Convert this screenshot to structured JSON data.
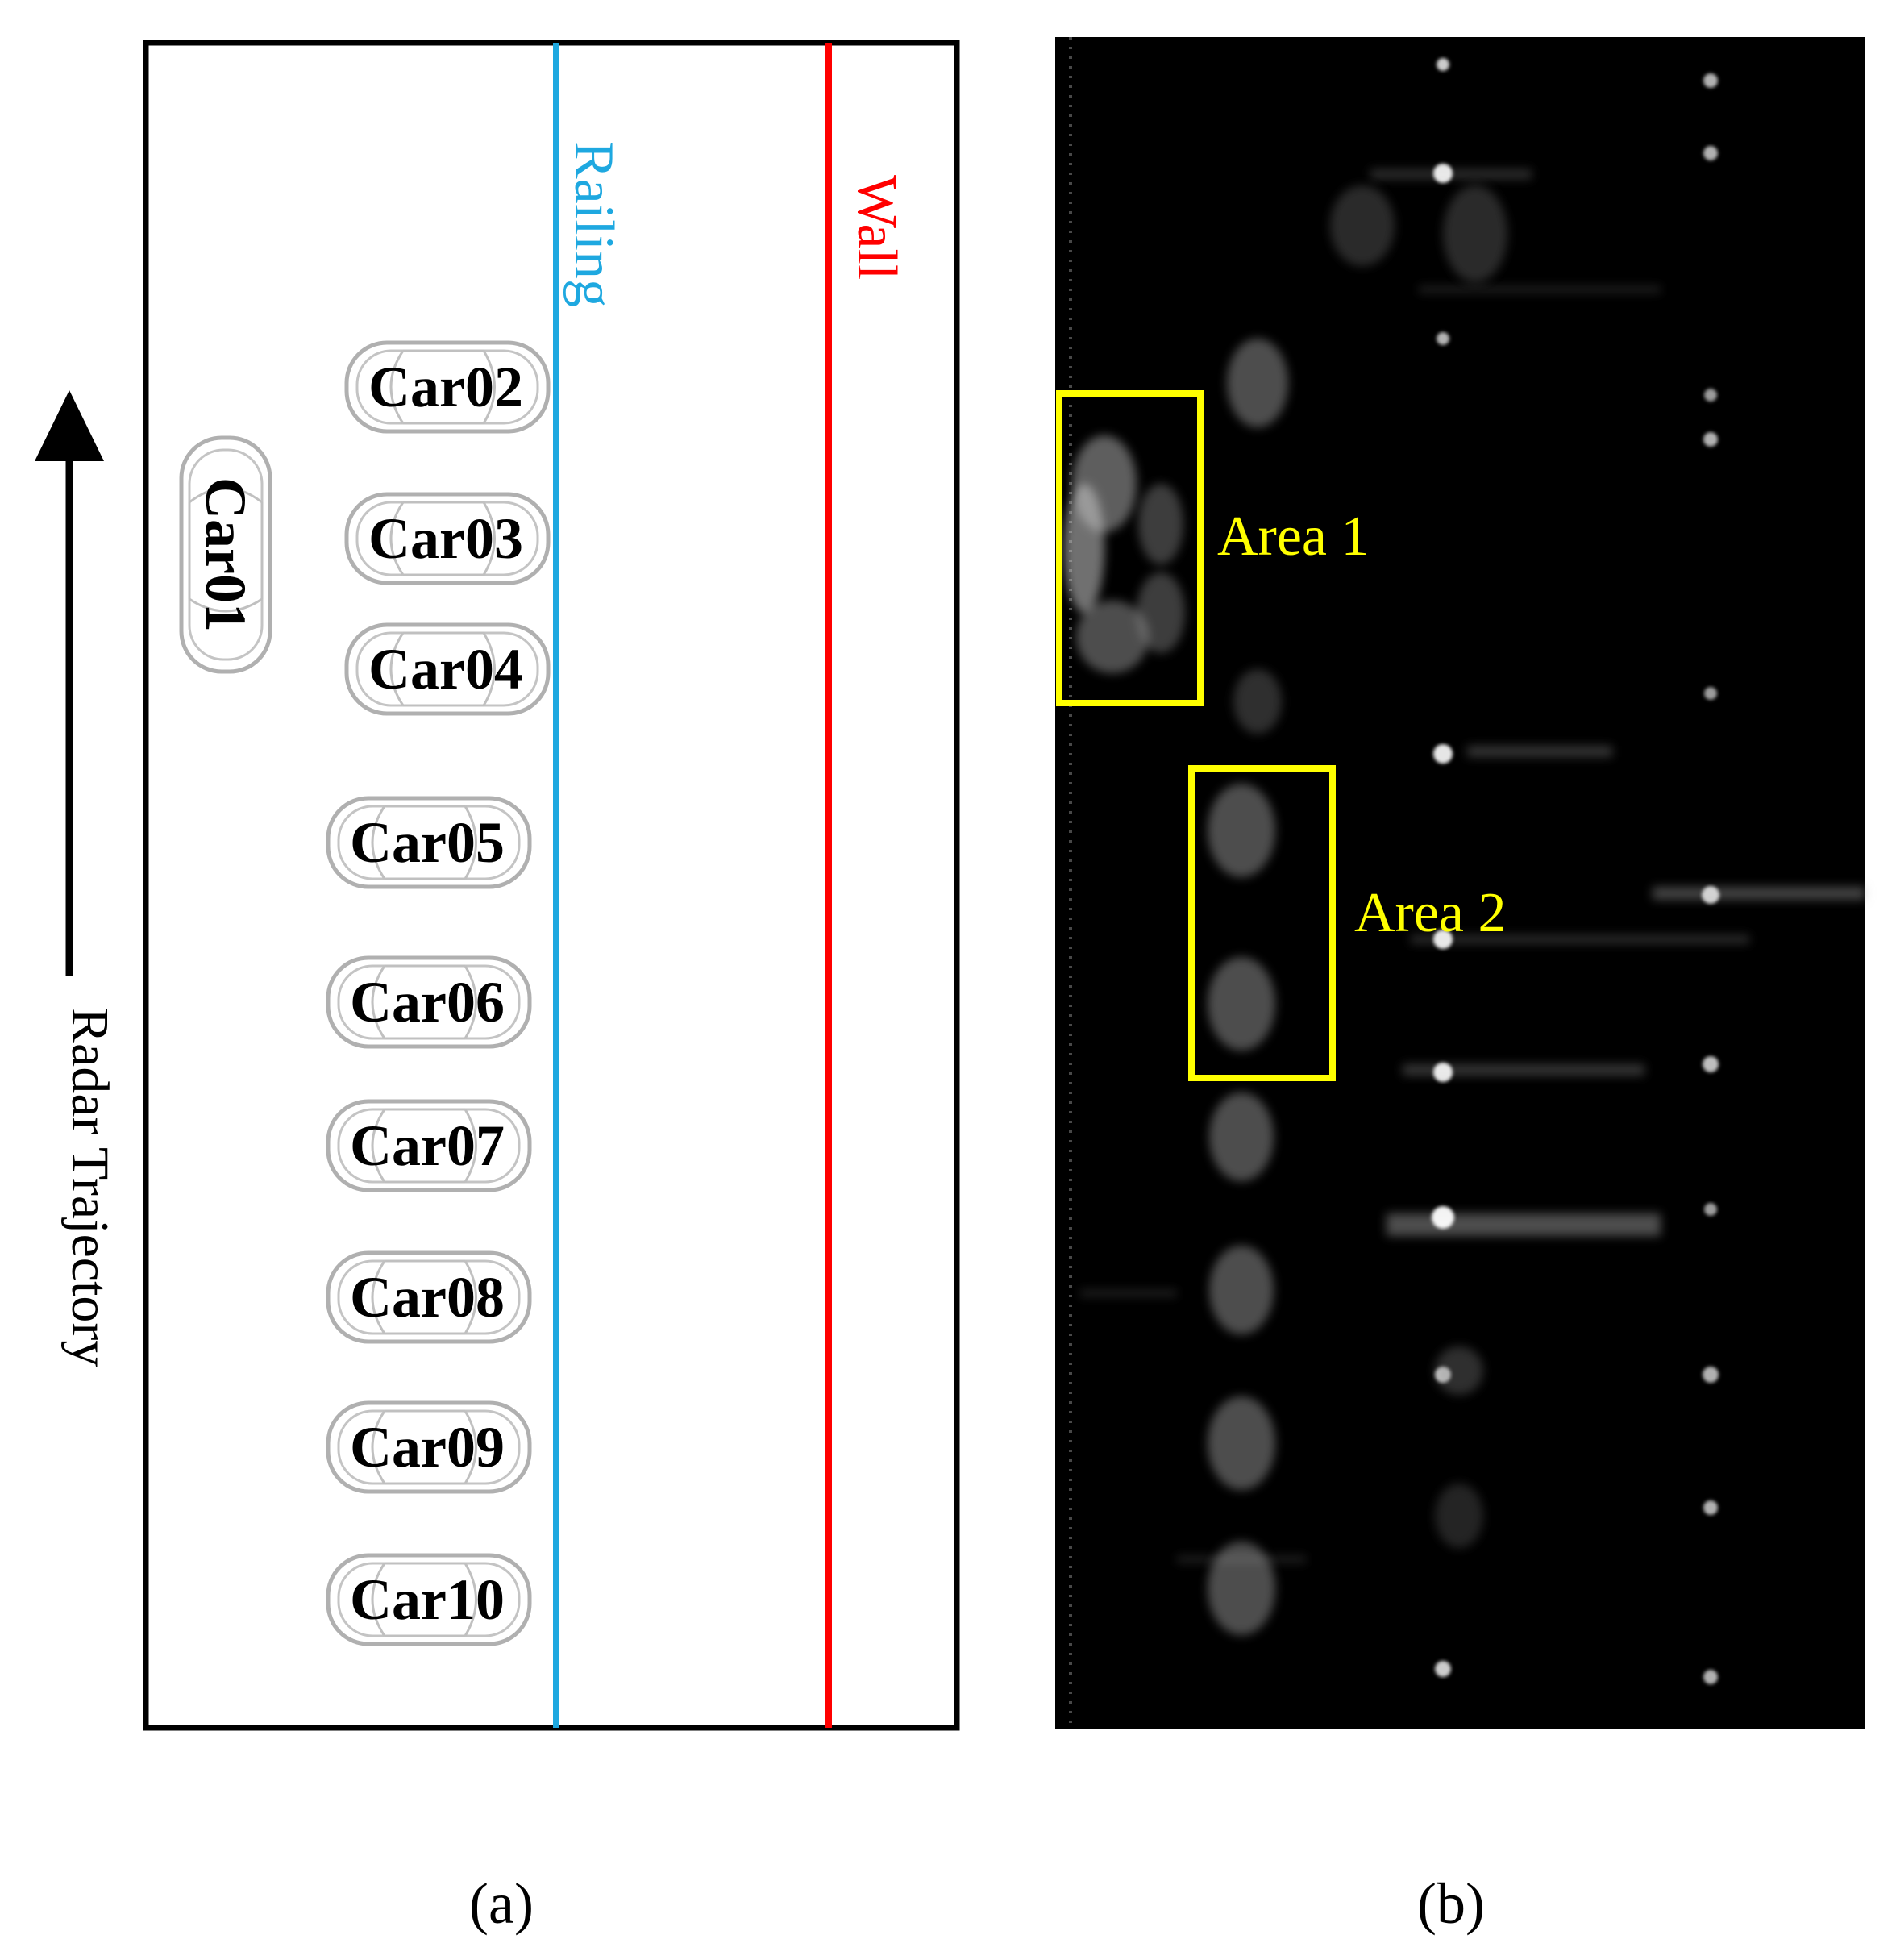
{
  "panel_a": {
    "trajectory_label": "Radar Trajectory",
    "railing_label": "Railing",
    "wall_label": "Wall",
    "cars": [
      "Car01",
      "Car02",
      "Car03",
      "Car04",
      "Car05",
      "Car06",
      "Car07",
      "Car08",
      "Car09",
      "Car10"
    ],
    "colors": {
      "railing": "#1ea8e0",
      "wall": "#ff0000",
      "frame": "#000000",
      "car_outline": "#b0b0b0"
    }
  },
  "panel_b": {
    "areas": [
      "Area 1",
      "Area 2"
    ],
    "colors": {
      "background": "#000000",
      "area_box": "#ffff00"
    }
  },
  "captions": {
    "a": "(a)",
    "b": "(b)"
  }
}
